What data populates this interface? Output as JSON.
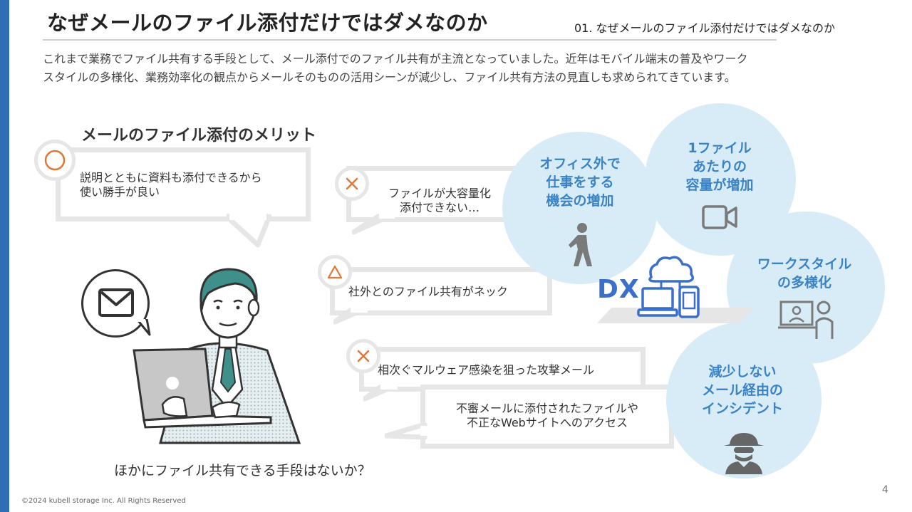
{
  "slide": {
    "title": "なぜメールのファイル添付だけではダメなのか",
    "section_label": "01. なぜメールのファイル添付だけではダメなのか",
    "intro_line1": "これまで業務でファイル共有する手段として、メール添付でのファイル共有が主流となっていました。近年はモバイル端末の普及やワーク",
    "intro_line2": "スタイルの多様化、業務効率化の観点からメールそのものの活用シーンが減少し、ファイル共有方法の見直しも求められてきています。",
    "page_number": "4",
    "copyright": "©2024 kubell storage Inc. All Rights Reserved"
  },
  "merit": {
    "heading": "メールのファイル添付のメリット",
    "line1": "説明とともに資料も添付できるから",
    "line2": "使い勝手が良い"
  },
  "issues": [
    {
      "line1": "ファイルが大容量化",
      "line2": "添付できない…"
    },
    {
      "line1": "社外とのファイル共有がネック"
    },
    {
      "line1": "相次ぐマルウェア感染を狙った攻撃メール"
    },
    {
      "line1": "不審メールに添付されたファイルや",
      "line2": "不正なWebサイトへのアクセス"
    }
  ],
  "trends": [
    {
      "line1": "オフィス外で",
      "line2": "仕事をする",
      "line3": "機会の増加"
    },
    {
      "line1": "1ファイル",
      "line2": "あたりの",
      "line3": "容量が増加"
    },
    {
      "line1": "ワークスタイル",
      "line2": "の多様化"
    },
    {
      "line1": "減少しない",
      "line2": "メール経由の",
      "line3": "インシデント"
    }
  ],
  "dx_label": "DX",
  "question": "ほかにファイル共有できる手段はないか？",
  "colors": {
    "accent_blue": "#2f6db5",
    "circle_fill": "#d8ecf7",
    "circle_text": "#3b83c4",
    "mark_orange": "#e0783a",
    "bubble_border": "#e6e6e6"
  },
  "icons": [
    "envelope-icon",
    "circle-mark-icon",
    "cross-mark-icon",
    "triangle-mark-icon",
    "walking-person-icon",
    "video-camera-icon",
    "cloud-devices-icon",
    "video-meeting-icon",
    "hacker-icon",
    "businessman-laptop-illustration"
  ]
}
